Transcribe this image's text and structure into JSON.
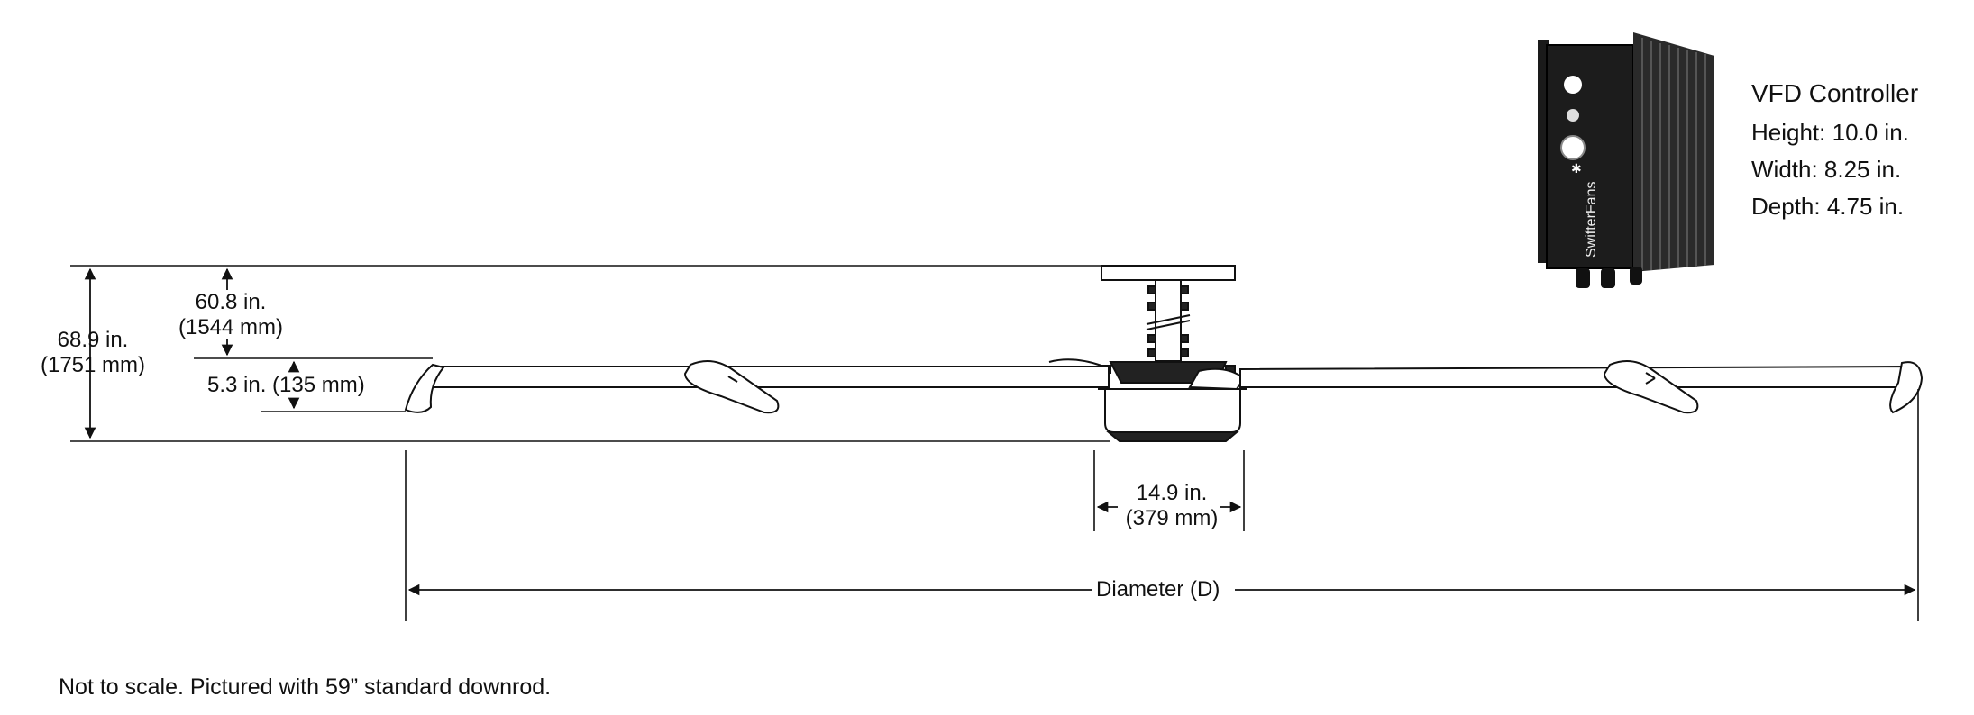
{
  "dimensions": {
    "total_height": {
      "line1": "68.9 in.",
      "line2": "(1751 mm)"
    },
    "downrod_height": {
      "line1": "60.8 in.",
      "line2": "(1544 mm)"
    },
    "blade_height": {
      "text": "5.3 in. (135 mm)"
    },
    "motor_width": {
      "line1": "14.9 in.",
      "line2": "(379 mm)"
    },
    "diameter": {
      "text": "Diameter (D)"
    }
  },
  "vfd": {
    "title": "VFD Controller",
    "height": "Height: 10.0 in.",
    "width": "Width: 8.25 in.",
    "depth": "Depth: 4.75 in.",
    "brand_logo_text": "SwifterFans"
  },
  "note": "Not to scale. Pictured with 59” standard downrod.",
  "colors": {
    "line": "#111111",
    "device": "#1a1a1a",
    "background": "#ffffff"
  }
}
